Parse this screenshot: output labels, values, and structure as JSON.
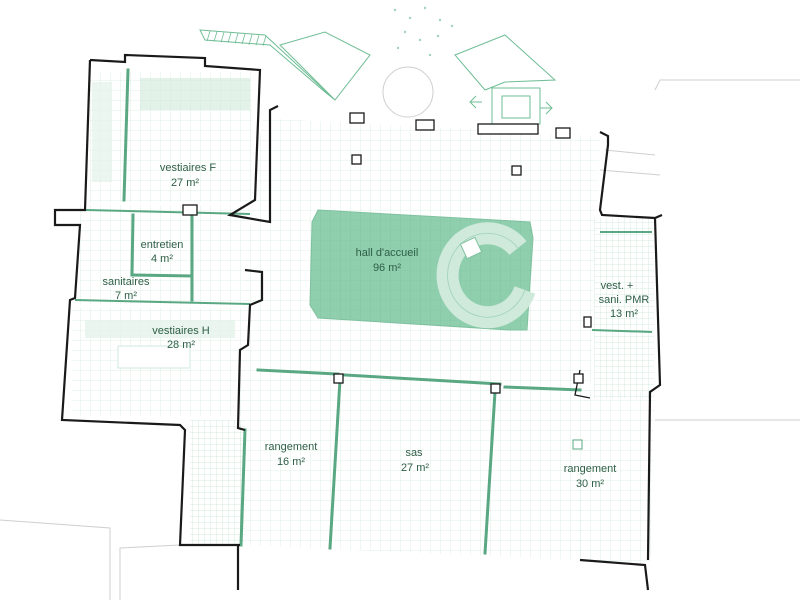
{
  "rooms": [
    {
      "key": "vestiaires_f",
      "name": "vestiaires F",
      "area": "27 m²"
    },
    {
      "key": "entretien",
      "name": "entretien",
      "area": "4 m²"
    },
    {
      "key": "sanitaires",
      "name": "sanitaires",
      "area": "7 m²"
    },
    {
      "key": "vestiaires_h",
      "name": "vestiaires H",
      "area": "28 m²"
    },
    {
      "key": "hall",
      "name": "hall d'accueil",
      "area": "96 m²"
    },
    {
      "key": "vestiaires_pmr",
      "name": "vest. +",
      "name2": "sani. PMR",
      "area": "13 m²"
    },
    {
      "key": "rangement_1",
      "name": "rangement",
      "area": "16 m²"
    },
    {
      "key": "sas",
      "name": "sas",
      "area": "27 m²"
    },
    {
      "key": "rangement_2",
      "name": "rangement",
      "area": "30 m²"
    }
  ],
  "colors": {
    "grid": "#b9dcc9",
    "partition": "#5aa883",
    "hall_fill": "#8fcfae",
    "label": "#2f5f47",
    "wall": "#1a1a1a"
  }
}
